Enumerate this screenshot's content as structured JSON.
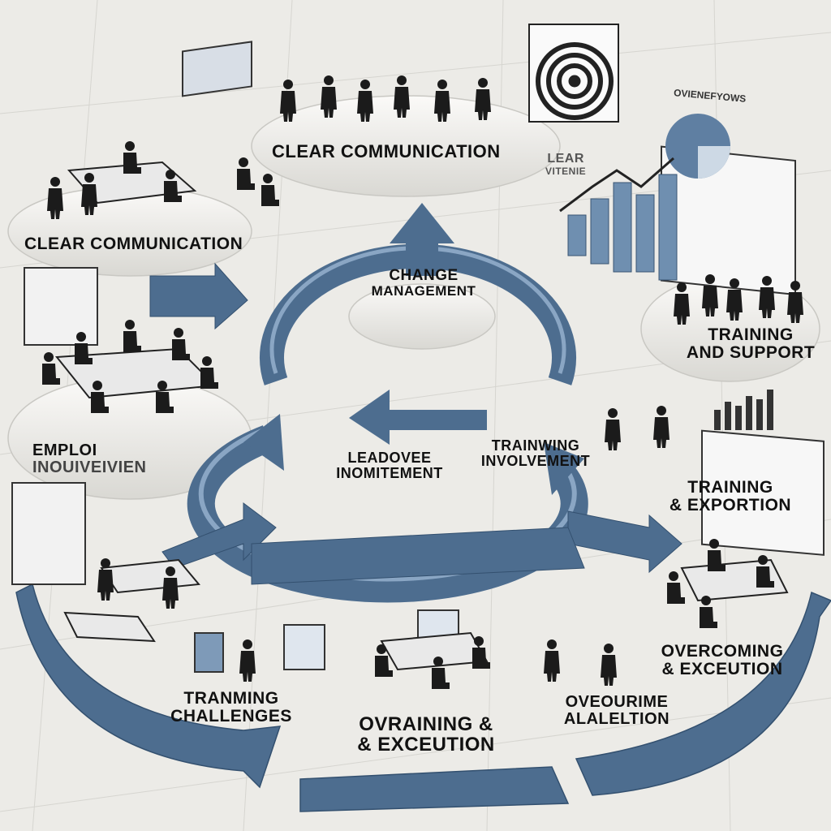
{
  "title": "",
  "hub": {
    "line1": "CHANGE",
    "line2": "MANAGEMENT"
  },
  "stations": [
    {
      "id": "top",
      "text": "CLEAR COMMUNICATION",
      "sub": ""
    },
    {
      "id": "upper-left",
      "text": "CLEAR COMMUNICATION",
      "sub": ""
    },
    {
      "id": "right",
      "line1": "TRAINING",
      "line2": "AND SUPPORT"
    },
    {
      "id": "left",
      "line1": "EMPLOI",
      "line2": "INOUIVEIVIEN"
    },
    {
      "id": "center-left",
      "line1": "LEADOVEE",
      "line2": "INOMITEMENT"
    },
    {
      "id": "center-right",
      "line1": "TRAINWING",
      "line2": "INVOLVEMENT"
    },
    {
      "id": "mid-right",
      "line1": "TRAINING",
      "line2": "& EXPORTION"
    },
    {
      "id": "bottom-left",
      "line1": "TRANMING",
      "line2": "CHALLENGES"
    },
    {
      "id": "bottom-center",
      "line1": "OVRAINING &",
      "line2": "& EXCEUTION"
    },
    {
      "id": "bottom-mid",
      "line1": "OVEOURIME",
      "line2": "ALALELTION"
    },
    {
      "id": "bottom-right",
      "line1": "OVERCOMING",
      "line2": "& EXCEUTION"
    }
  ],
  "boards": {
    "top_right_title": "OVIENEFYOWS",
    "lear_lines": "LEAR",
    "lear_sub": "VITENIE"
  },
  "colors": {
    "arrow": "#4d6d8f",
    "arrow_dark": "#33506f",
    "platform": "#f5f4f1",
    "figure": "#1b1b1b",
    "bar": "#6f8fb0"
  }
}
